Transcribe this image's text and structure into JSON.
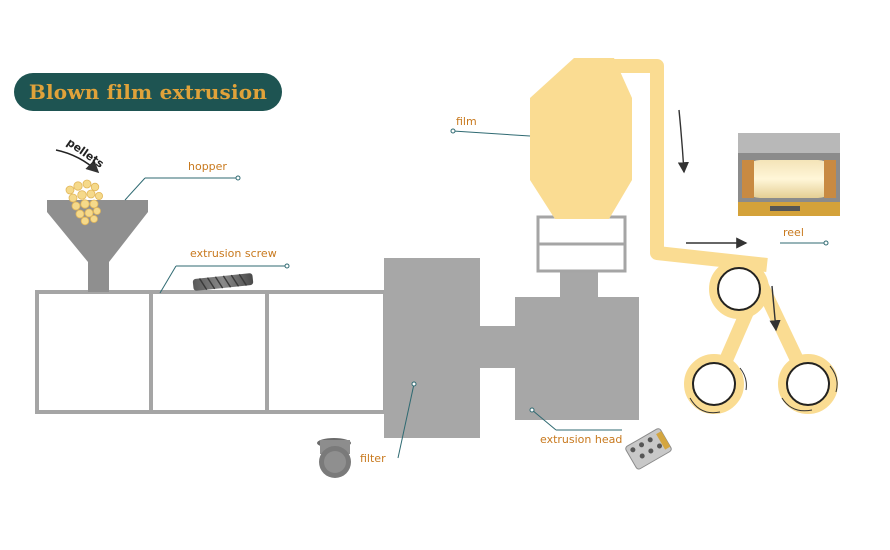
{
  "title": "Blown film extrusion",
  "labels": {
    "pellets": "pellets",
    "hopper": "hopper",
    "extrusion_screw": "extrusion screw",
    "film": "film",
    "reel": "reel",
    "filter": "filter",
    "extrusion_head": "extrusion head"
  },
  "colors": {
    "title_bg": "#1e5452",
    "title_text": "#e0a23a",
    "label_text": "#c8791e",
    "leader_line": "#2f6a72",
    "machine_gray": "#a7a7a7",
    "film_yellow": "#fadc92",
    "frame_gray": "#9b9b9b"
  }
}
